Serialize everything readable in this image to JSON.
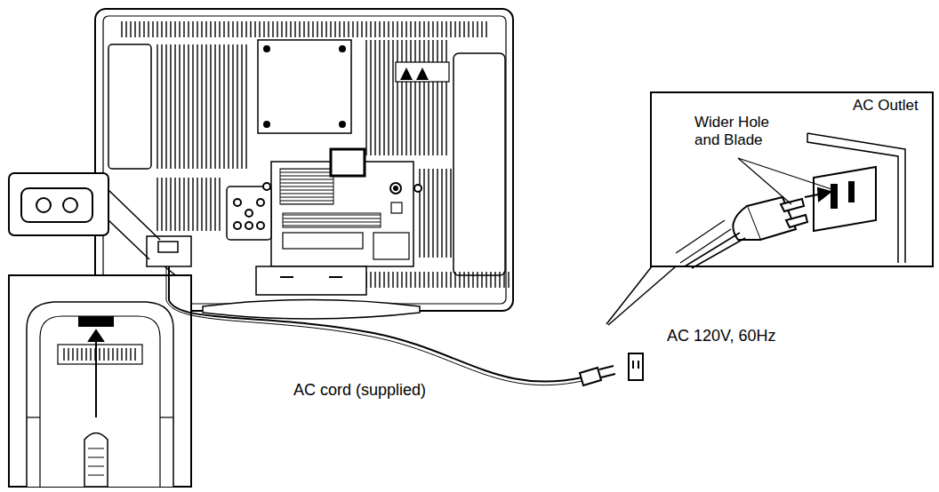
{
  "diagram": {
    "nodes": [
      {
        "text": [
          "AC Outlet",
          "Wider Hole and Blade"
        ]
      }
    ],
    "labels": [
      "AC 120V, 60Hz",
      "AC cord (supplied)"
    ]
  }
}
